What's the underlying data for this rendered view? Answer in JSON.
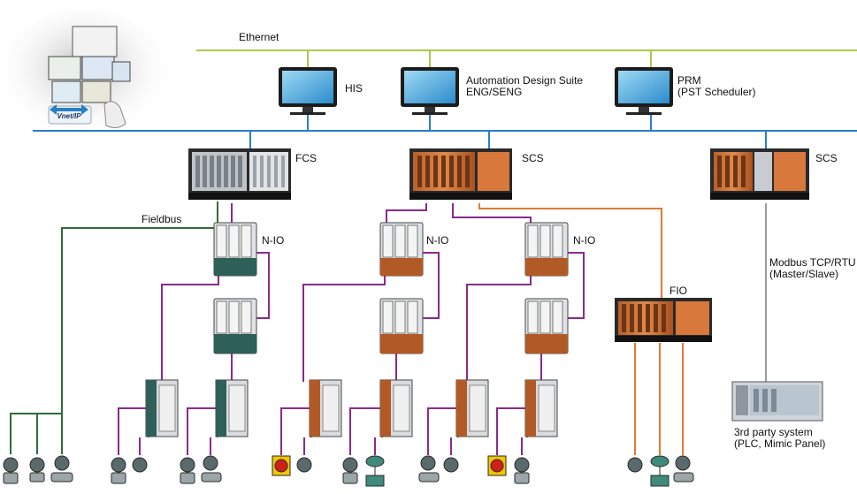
{
  "networks": {
    "ethernet": "Ethernet",
    "fieldbus": "Fieldbus",
    "modbus_line1": "Modbus TCP/RTU",
    "modbus_line2": "(Master/Slave)",
    "vnet_logo": "Vnet/IP"
  },
  "stations": {
    "his": "HIS",
    "ads_line1": "Automation Design Suite",
    "ads_line2": "ENG/SENG",
    "prm_line1": "PRM",
    "prm_line2": "(PST Scheduler)"
  },
  "controllers": {
    "fcs": "FCS",
    "scs_mid": "SCS",
    "scs_right": "SCS"
  },
  "io": {
    "nio_1": "N-IO",
    "nio_2": "N-IO",
    "nio_3": "N-IO",
    "fio": "FIO"
  },
  "third_party": {
    "line1": "3rd party system",
    "line2": "(PLC, Mimic Panel)"
  },
  "colors": {
    "ethernet": "#a8c94a",
    "control_bus": "#2a7fc4",
    "fieldbus": "#2f6b3a",
    "nio_cable": "#8a2a8c",
    "fio_cable": "#e07a35",
    "modbus_cable": "#9a9a9a"
  }
}
